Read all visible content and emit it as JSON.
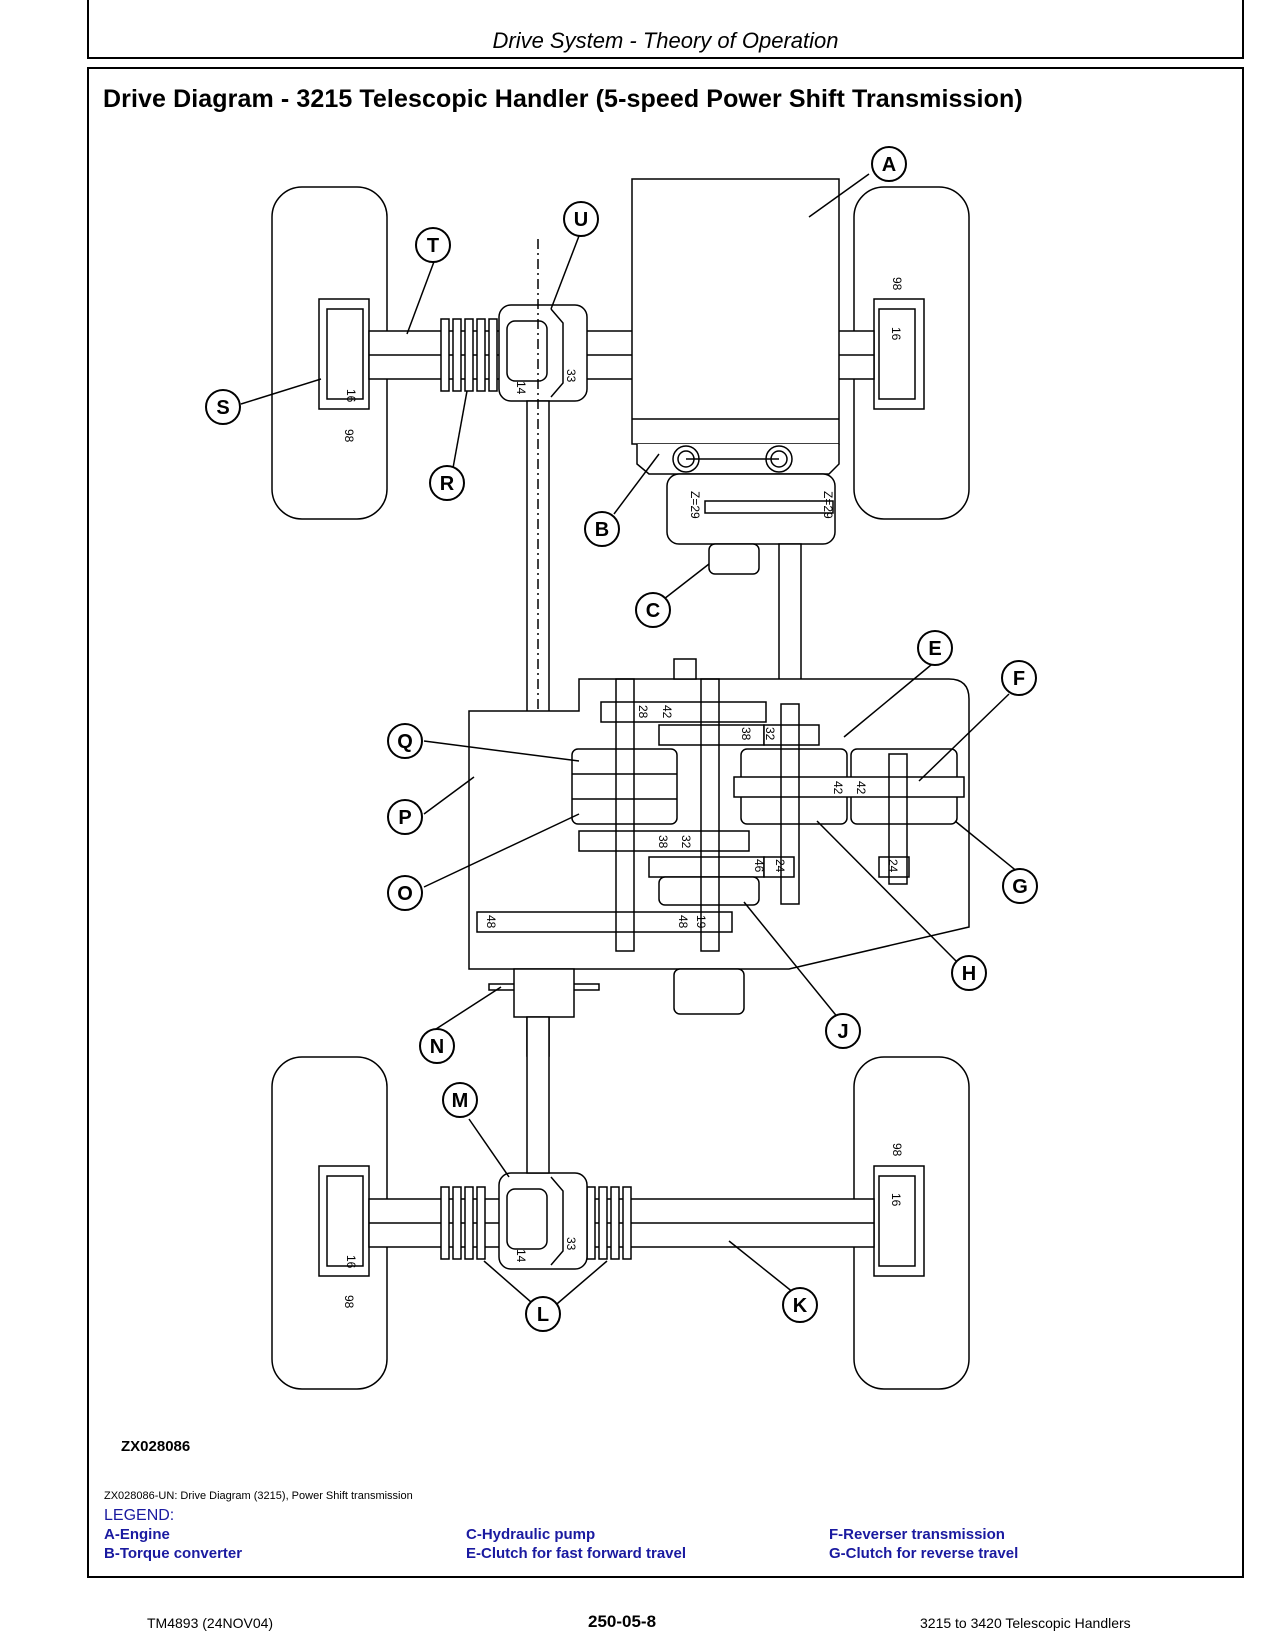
{
  "header": {
    "title": "Drive System - Theory of Operation"
  },
  "diagram": {
    "title": "Drive Diagram - 3215 Telescopic Handler (5-speed Power Shift Transmission)",
    "figure_id": "ZX028086",
    "caption": "ZX028086-UN: Drive Diagram (3215), Power Shift transmission",
    "callouts": [
      "A",
      "B",
      "C",
      "E",
      "F",
      "G",
      "H",
      "J",
      "K",
      "L",
      "M",
      "N",
      "O",
      "P",
      "Q",
      "R",
      "S",
      "T",
      "U"
    ],
    "gear_teeth": {
      "wheel_outer": "98",
      "wheel_inner": "16",
      "diff_pinion": "14",
      "diff_ring": "33",
      "converter_gear": "Z=29",
      "t28": "28",
      "t42": "42",
      "t38": "38",
      "t32": "32",
      "t46": "46",
      "t24": "24",
      "t48": "48",
      "t19": "19"
    }
  },
  "legend": {
    "title": "LEGEND:",
    "items": [
      "A-Engine",
      "B-Torque converter",
      "C-Hydraulic pump",
      "E-Clutch for fast forward travel",
      "F-Reverser transmission",
      "G-Clutch for reverse travel"
    ]
  },
  "footer": {
    "left": "TM4893 (24NOV04)",
    "center": "250-05-8",
    "right": "3215 to 3420 Telescopic Handlers"
  }
}
